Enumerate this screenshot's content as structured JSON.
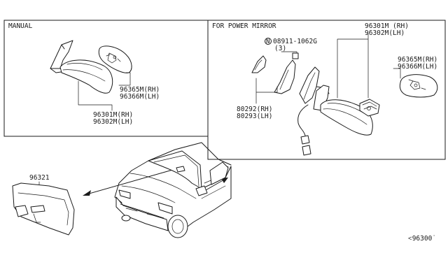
{
  "sections": {
    "manual": {
      "title": "MANUAL"
    },
    "power": {
      "title": "FOR POWER MIRROR"
    }
  },
  "parts": {
    "manual_glass": {
      "rh": "96365M(RH)",
      "lh": "96366M(LH)"
    },
    "manual_mirror": {
      "rh": "96301M(RH)",
      "lh": "96302M(LH)"
    },
    "power_mirror": {
      "rh": "96301M (RH)",
      "lh": "96302M(LH)"
    },
    "power_glass": {
      "rh": "96365M(RH)",
      "lh": "96366M(LH)"
    },
    "bolt": {
      "circle": "N",
      "number": "08911-1062G",
      "qty": "(3)"
    },
    "cover": {
      "rh": "80292(RH)",
      "lh": "80293(LH)"
    },
    "inside_mirror": {
      "number": "96321"
    }
  },
  "diagram_code": "˂96300˙"
}
